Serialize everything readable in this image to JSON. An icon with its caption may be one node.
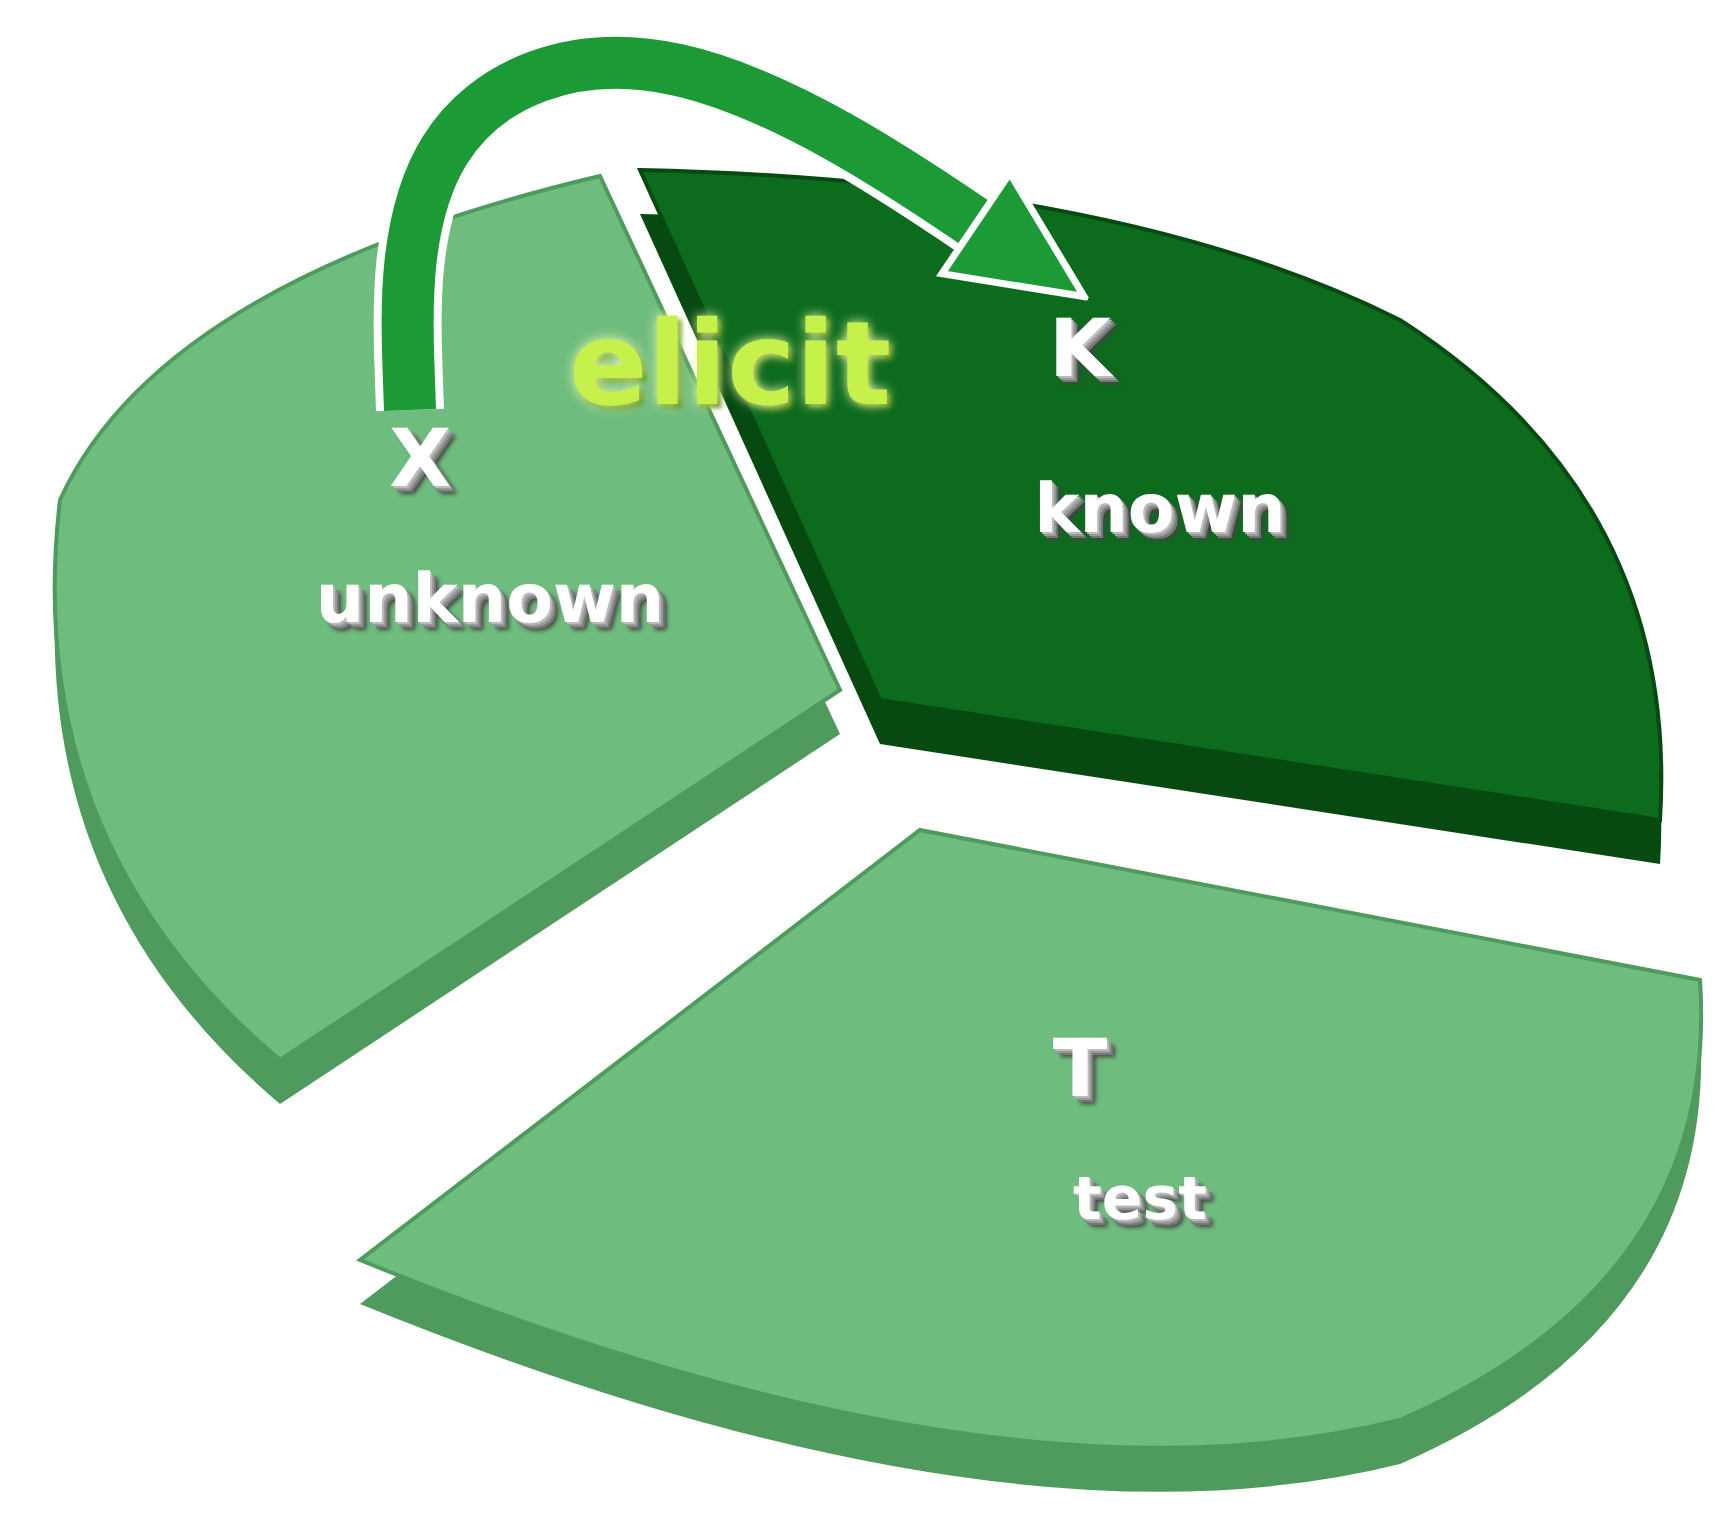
{
  "diagram": {
    "nodes": [
      {
        "text": [
          "X",
          "unknown"
        ]
      },
      {
        "text": [
          "K",
          "known"
        ]
      },
      {
        "text": [
          "T",
          "test"
        ]
      }
    ],
    "edges": [
      {
        "from": 0,
        "to": 1,
        "arrow": "to",
        "label": "elicit"
      }
    ]
  }
}
